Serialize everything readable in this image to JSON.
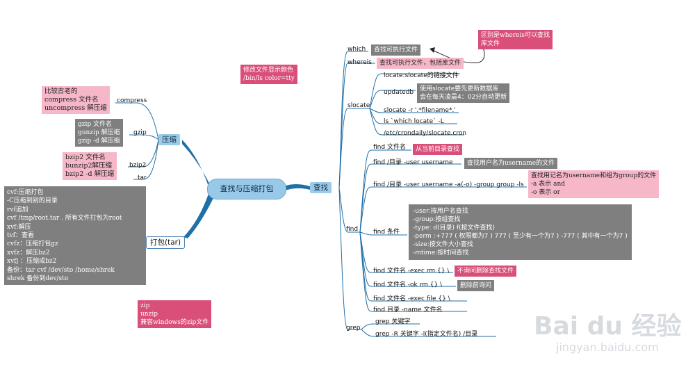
{
  "central": "查找与压缩打包",
  "search": {
    "label": "查找",
    "which": {
      "label": "which",
      "desc": "查找可执行文件",
      "note": [
        "区别是whereis可以查找",
        "库文件"
      ]
    },
    "whereis": {
      "label": "whereis",
      "desc": "查找可执行文件，包括库文件"
    },
    "slocate": {
      "label": "slocate",
      "items": [
        "locate:slocate的链接文件",
        "updatedb",
        "slocate  -r  '.*filename*.'",
        "ls  `which  locate`  -L",
        "/etc/crondaily/slocate.cron"
      ],
      "updatedb_note": [
        "使用slocate要先更新数据库",
        "会在每天凌晨4：02分自动更新"
      ]
    },
    "find": {
      "label": "find",
      "items": [
        "find  文件名",
        "find  /目录   -user  username",
        "find  /目录  -user  username -a(-o) -group group  -ls",
        "find  条件",
        "find  文件名  -exec rm {} \\",
        "find  文件名    -ok  rm  {}  \\",
        "find  文件名  -exec  file  {} \\",
        "find  目录  -name  文件名"
      ],
      "notes": {
        "name": "从当前目录查找",
        "user": "查找用户名为username的文件",
        "group": [
          "查找用记名为username和组为group的文件",
          "-a  表示 and",
          "-o  表示  or"
        ],
        "cond": [
          "-user:按用户名查找",
          "-group:按组查找",
          "-type: d(目录) f(按文件查找)",
          "-perm :+777 ( 权限都为7 ) 777 ( 至少有一个为7 )  -777 ( 其中有一个为7 )",
          "-size:按文件大小查找",
          "-mtime:按时间查找"
        ],
        "exec_rm": "不询问删除查找文件",
        "ok_rm": "删除前询问"
      }
    },
    "grep": {
      "label": "grep",
      "items": [
        "grep  关键字",
        "grep  -R  关键字  -l(指定文件名)  /目录"
      ]
    }
  },
  "compress": {
    "label": "压缩",
    "compress": {
      "label": "compress",
      "note": [
        "比较古老的",
        "compress   文件名",
        "uncompress  解压缩"
      ]
    },
    "gzip": {
      "label": "gzip",
      "note": [
        "gzip  文件名",
        "gunzip  解压缩",
        "gzip  -d  解压缩"
      ]
    },
    "bzip2": {
      "label": "bzip2",
      "note": [
        "bzip2  文件名",
        "bunzip2解压缩",
        "bzip2  -d  解压缩"
      ]
    },
    "tar": {
      "label": "tar"
    }
  },
  "pack": {
    "label": "打包(tar)",
    "note": [
      "cvf:压缩打包",
      "-C压缩到别的目录",
      "rvf追加",
      "cvf  /tmp/root.tar   .   所有文件打包为root",
      "xvf:解压",
      "tvf：查看",
      "cvfz：压缩打包gz",
      "xvfz：解压bz2",
      "xvfj ：压缩成bz2",
      "备份：tar cvf  /dev/sto  /home/shrek",
      "shrek 备份到dev/sto"
    ]
  },
  "floating": {
    "color": [
      "修改文件显示颜色",
      "/bin/ls  color=tty"
    ],
    "zip": [
      "zip",
      "unzip",
      "兼容windows的zip文件"
    ]
  },
  "watermark": {
    "logo": "Bai du 经验",
    "url": "jingyan.baidu.com"
  },
  "colors": {
    "node_blue": "#9ccbe9",
    "link_blue": "#1f6fa8",
    "note_pink": "#f6b7c9",
    "note_gray": "#7f7f7f",
    "note_red": "#d94f79"
  }
}
